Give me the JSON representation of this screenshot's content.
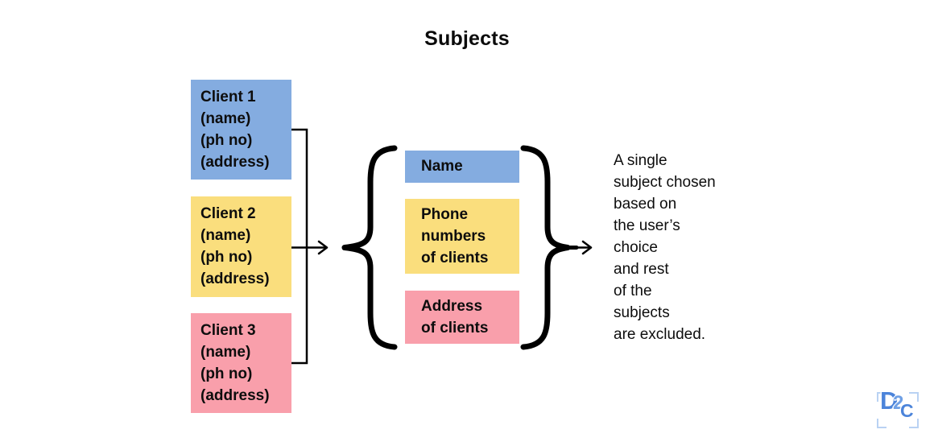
{
  "title": "Subjects",
  "colors": {
    "blue": "#84ACE0",
    "yellow": "#FADE7D",
    "pink": "#F99FAB",
    "line": "#000000",
    "logo_dark": "#4C84DA",
    "logo_light": "#6FA0E5",
    "logo_frame": "#B9D2F3"
  },
  "clients": [
    {
      "text": "Client 1\n(name)\n(ph no)\n(address)",
      "color": "#84ACE0"
    },
    {
      "text": "Client 2\n(name)\n(ph no)\n(address)",
      "color": "#FADE7D"
    },
    {
      "text": "Client 3\n(name)\n(ph no)\n(address)",
      "color": "#F99FAB"
    }
  ],
  "subjects": [
    {
      "text": "Name",
      "color": "#84ACE0"
    },
    {
      "text": "Phone\nnumbers\nof clients",
      "color": "#FADE7D"
    },
    {
      "text": "Address\nof clients",
      "color": "#F99FAB"
    }
  ],
  "annotation": "A single\nsubject chosen\nbased on\nthe user’s\nchoice\nand rest\nof the\nsubjects\nare excluded.",
  "logo": {
    "letters": [
      "D",
      "2",
      "C"
    ]
  }
}
